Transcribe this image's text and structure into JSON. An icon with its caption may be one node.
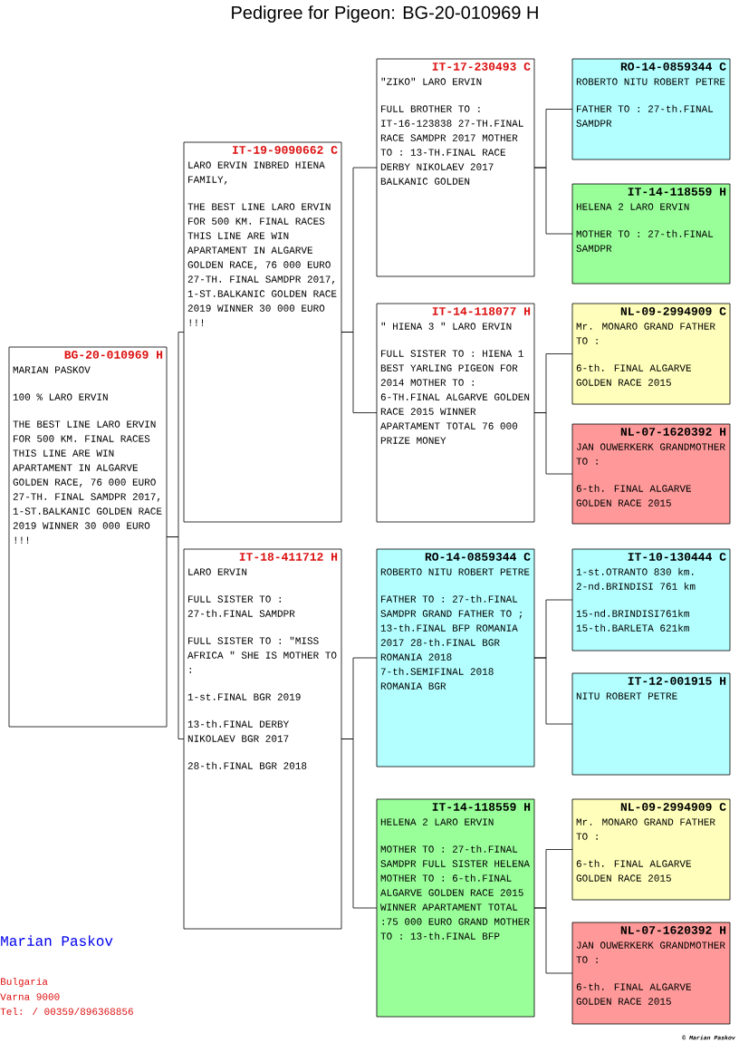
{
  "diagram": {
    "title": "Pedigree for Pigeon: BG-20-010969 H",
    "nodes": [
      {
        "text": [
          "BG-20-010969 H",
          "MARIAN PASKOV",
          "100 % LARO ERVIN",
          "THE BEST LINE LARO ERVIN FOR 500 KM. FINAL RACES THIS LINE ARE WIN APARTAMENT IN ALGARVE GOLDEN RACE, 76 000 EURO 27-TH. FINAL SAMDPR 2017, 1-ST.BALKANIC GOLDEN RACE 2019 WINNER 30 000 EURO !!!"
        ]
      },
      {
        "text": [
          "IT-19-9090662 C",
          "LARO ERVIN INBRED HIENA FAMILY,",
          "THE BEST LINE LARO ERVIN FOR 500 KM. FINAL RACES THIS LINE ARE WIN APARTAMENT IN ALGARVE GOLDEN RACE, 76 000 EURO 27-TH. FINAL SAMDPR 2017, 1-ST.BALKANIC GOLDEN RACE 2019 WINNER 30 000 EURO !!!"
        ]
      },
      {
        "text": [
          "IT-18-411712 H",
          "LARO ERVIN",
          "FULL SISTER TO : 27-th.FINAL SAMDPR",
          "FULL SISTER TO : \"MISS AFRICA \" SHE IS MOTHER TO :",
          "1-st.FINAL BGR 2019",
          "13-th.FINAL DERBY NIKOLAEV BGR 2017",
          "28-th.FINAL BGR 2018"
        ]
      },
      {
        "text": [
          "IT-17-230493 C",
          "\"ZIKO\" LARO ERVIN",
          "FULL BROTHER TO : IT-16-123838 27-TH.FINAL RACE SAMDPR 2017 MOTHER TO : 13-TH.FINAL RACE DERBY NIKOLAEV 2017 BALKANIC GOLDEN"
        ]
      },
      {
        "text": [
          "IT-14-118077 H",
          "\" HIENA 3 \" LARO ERVIN",
          "FULL SISTER TO : HIENA 1 BEST YARLING PIGEON FOR 2014 MOTHER TO : 6-TH.FINAL ALGARVE GOLDEN RACE 2015 WINNER APARTAMENT TOTAL 76 000 PRIZE MONEY"
        ]
      },
      {
        "text": [
          "RO-14-0859344 C",
          "ROBERTO NITU ROBERT PETRE",
          "FATHER TO : 27-th.FINAL SAMDPR GRAND FATHER TO ; 13-th.FINAL BFP ROMANIA 2017 28-th.FINAL BGR ROMANIA 2018 7-th.SEMIFINAL 2018 ROMANIA BGR"
        ]
      },
      {
        "text": [
          "IT-14-118559 H",
          "HELENA 2 LARO ERVIN",
          "MOTHER TO : 27-th.FINAL SAMDPR FULL SISTER HELENA MOTHER TO : 6-th.FINAL ALGARVE GOLDEN RACE 2015 WINNER APARTAMENT TOTAL :75 000 EURO GRAND MOTHER TO : 13-th.FINAL BFP"
        ]
      },
      {
        "text": [
          "RO-14-0859344 C",
          "ROBERTO NITU ROBERT PETRE",
          "FATHER TO : 27-th.FINAL SAMDPR"
        ]
      },
      {
        "text": [
          "IT-14-118559 H",
          "HELENA 2 LARO ERVIN",
          "MOTHER TO : 27-th.FINAL SAMDPR"
        ]
      },
      {
        "text": [
          "NL-09-2994909 C",
          "Mr. MONARO GRAND FATHER TO :",
          "6-th. FINAL ALGARVE GOLDEN RACE 2015"
        ]
      },
      {
        "text": [
          "NL-07-1620392 H",
          "JAN OUWERKERK GRANDMOTHER TO :",
          "6-th. FINAL ALGARVE GOLDEN RACE 2015"
        ]
      },
      {
        "text": [
          "IT-10-130444 C",
          "1-st.OTRANTO 830 km. 2-nd.BRINDISI 761 km",
          "15-nd.BRINDISI761km 15-th.BARLETA 621km"
        ]
      },
      {
        "text": [
          "IT-12-001915 H",
          "NITU ROBERT PETRE"
        ]
      },
      {
        "text": [
          "NL-09-2994909 C",
          "Mr. MONARO GRAND FATHER TO :",
          "6-th. FINAL ALGARVE GOLDEN RACE 2015"
        ]
      },
      {
        "text": [
          "NL-07-1620392 H",
          "JAN OUWERKERK GRANDMOTHER TO :",
          "6-th. FINAL ALGARVE GOLDEN RACE 2015"
        ]
      }
    ],
    "edges": [
      {
        "from": 0,
        "to": 1,
        "arrow": "none"
      },
      {
        "from": 0,
        "to": 2,
        "arrow": "none"
      },
      {
        "from": 1,
        "to": 3,
        "arrow": "none"
      },
      {
        "from": 1,
        "to": 4,
        "arrow": "none"
      },
      {
        "from": 2,
        "to": 5,
        "arrow": "none"
      },
      {
        "from": 2,
        "to": 6,
        "arrow": "none"
      },
      {
        "from": 3,
        "to": 7,
        "arrow": "none"
      },
      {
        "from": 3,
        "to": 8,
        "arrow": "none"
      },
      {
        "from": 4,
        "to": 9,
        "arrow": "none"
      },
      {
        "from": 4,
        "to": 10,
        "arrow": "none"
      },
      {
        "from": 5,
        "to": 11,
        "arrow": "none"
      },
      {
        "from": 5,
        "to": 12,
        "arrow": "none"
      },
      {
        "from": 6,
        "to": 13,
        "arrow": "none"
      },
      {
        "from": 6,
        "to": 14,
        "arrow": "none"
      }
    ],
    "labels": [
      "Marian Paskov",
      "Bulgaria",
      "Varna 9000",
      "Tel: / 00359/896368856",
      "© Marian Paskov"
    ]
  }
}
